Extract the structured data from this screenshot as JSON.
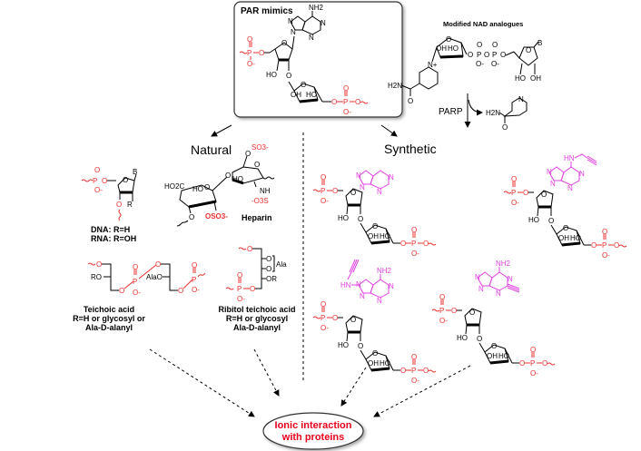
{
  "par_box": {
    "title": "PAR mimics",
    "atoms": {
      "nh2": "NH2",
      "n": "N",
      "o": "O",
      "p": "P",
      "o_minus": "O-",
      "ho": "HO",
      "oh": "OH"
    }
  },
  "nad": {
    "title": "Modified NAD analogues",
    "base_label": "B",
    "amide": "H2N",
    "enzyme": "PARP",
    "ho": "HO",
    "oh": "OH",
    "n_plus": "N+"
  },
  "branches": {
    "natural": "Natural",
    "synthetic": "Synthetic"
  },
  "natural": {
    "nucleic": {
      "base_label": "B",
      "r_label": "R",
      "line1": "DNA: R=H",
      "line2": "RNA: R=OH"
    },
    "heparin": {
      "name": "Heparin",
      "so3": "SO3-",
      "oso3": "OSO3-",
      "o3s": "-O3S",
      "nh": "NH",
      "ho2c": "HO2C",
      "ho": "HO"
    },
    "teichoic": {
      "line1": "Teichoic acid",
      "line2": "R=H or glycosyl or",
      "line3": "Ala-D-alanyl",
      "ro": "RO",
      "alao": "AlaO"
    },
    "ribitol": {
      "line1": "Ribitol teichoic acid",
      "line2": "R=H or glycosyl",
      "line3": "Ala-D-alanyl",
      "ala": "Ala",
      "or": "OR"
    }
  },
  "synthetic": {
    "compounds": [
      {
        "id": "8-aza",
        "substituent": "none"
      },
      {
        "id": "N6-propargyl",
        "substituent": "HN-propargyl"
      },
      {
        "id": "8-propargylamino",
        "substituent": "HN-propargyl",
        "nh2": "NH2"
      },
      {
        "id": "2-ethynyl",
        "substituent": "ethynyl",
        "nh2": "NH2"
      }
    ],
    "hn": "HN"
  },
  "result": {
    "line1": "Ionic interaction",
    "line2": "with proteins"
  },
  "colors": {
    "phosphate": "#e8312f",
    "modification": "#e040e0",
    "result_text": "#e8001c",
    "bonds": "#000000"
  }
}
